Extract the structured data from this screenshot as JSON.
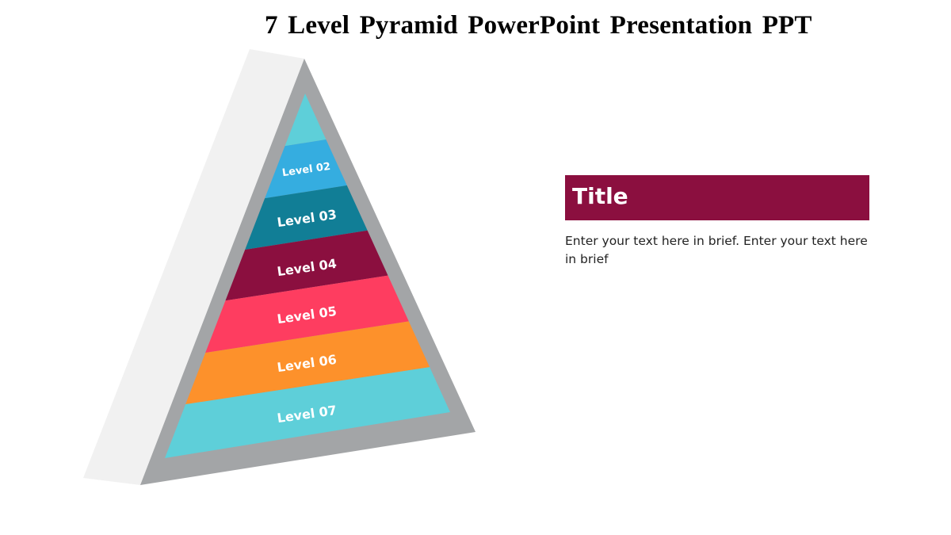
{
  "slide": {
    "title": "7 Level Pyramid PowerPoint Presentation PPT"
  },
  "pyramid": {
    "levels": [
      {
        "label": "",
        "color": "#5ecfd9"
      },
      {
        "label": "Level 02",
        "color": "#35ade0"
      },
      {
        "label": "Level 03",
        "color": "#117e96"
      },
      {
        "label": "Level 04",
        "color": "#8b0f3f"
      },
      {
        "label": "Level 05",
        "color": "#fe3d60"
      },
      {
        "label": "Level 06",
        "color": "#fd912b"
      },
      {
        "label": "Level 07",
        "color": "#5ecfd9"
      }
    ],
    "frame_color": "#a3a5a7",
    "side_color": "#f1f1f1"
  },
  "info": {
    "title": "Title",
    "title_bg": "#8b0f3f",
    "text": "Enter your text here in brief. Enter your text here in brief"
  }
}
